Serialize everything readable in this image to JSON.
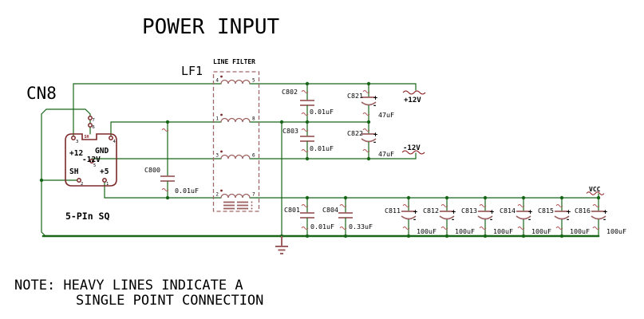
{
  "title": "POWER INPUT",
  "note": {
    "line1": "NOTE: HEAVY LINES INDICATE A",
    "line2": "SINGLE POINT CONNECTION"
  },
  "connector": {
    "ref": "CN8",
    "package": "5-PIn SQ",
    "shield_label": "SH",
    "pins": [
      {
        "num": "3",
        "label": "+12"
      },
      {
        "num": "4",
        "label": "GND"
      },
      {
        "num": "5",
        "label": "-12V"
      },
      {
        "num": "2",
        "label": "SH"
      },
      {
        "num": "1",
        "label": "+5"
      },
      {
        "num": "7",
        "label": ""
      },
      {
        "num": "6",
        "label": ""
      }
    ]
  },
  "line_filter": {
    "ref": "LF1",
    "title": "LINE FILTER",
    "windings": [
      {
        "left_pin": "4",
        "right_pin": "5"
      },
      {
        "left_pin": "1",
        "right_pin": "8"
      },
      {
        "left_pin": "3",
        "right_pin": "6"
      },
      {
        "left_pin": "2",
        "right_pin": "7"
      }
    ]
  },
  "capacitors": [
    {
      "ref": "C800",
      "value": "0.01uF",
      "polarized": false
    },
    {
      "ref": "C802",
      "value": "0.01uF",
      "polarized": false
    },
    {
      "ref": "C821",
      "value": "47uF",
      "polarized": true
    },
    {
      "ref": "C803",
      "value": "0.01uF",
      "polarized": false
    },
    {
      "ref": "C822",
      "value": "47uF",
      "polarized": true
    },
    {
      "ref": "C801",
      "value": "0.01uF",
      "polarized": false
    },
    {
      "ref": "C804",
      "value": "0.33uF",
      "polarized": false
    },
    {
      "ref": "C811",
      "value": "100uF",
      "polarized": true
    },
    {
      "ref": "C812",
      "value": "100uF",
      "polarized": true
    },
    {
      "ref": "C813",
      "value": "100uF",
      "polarized": true
    },
    {
      "ref": "C814",
      "value": "100uF",
      "polarized": true
    },
    {
      "ref": "C815",
      "value": "100uF",
      "polarized": true
    },
    {
      "ref": "C816",
      "value": "100uF",
      "polarized": true
    }
  ],
  "power_labels": [
    {
      "name": "+12V"
    },
    {
      "name": "-12V"
    },
    {
      "name": "VCC"
    }
  ],
  "colors": {
    "wire": "#186618",
    "component": "#9d5f5f",
    "component_dark": "#7c2828",
    "accent": "#8b1a1a",
    "dashed_box": "#a06868",
    "text": "#000000",
    "background": "#ffffff"
  }
}
